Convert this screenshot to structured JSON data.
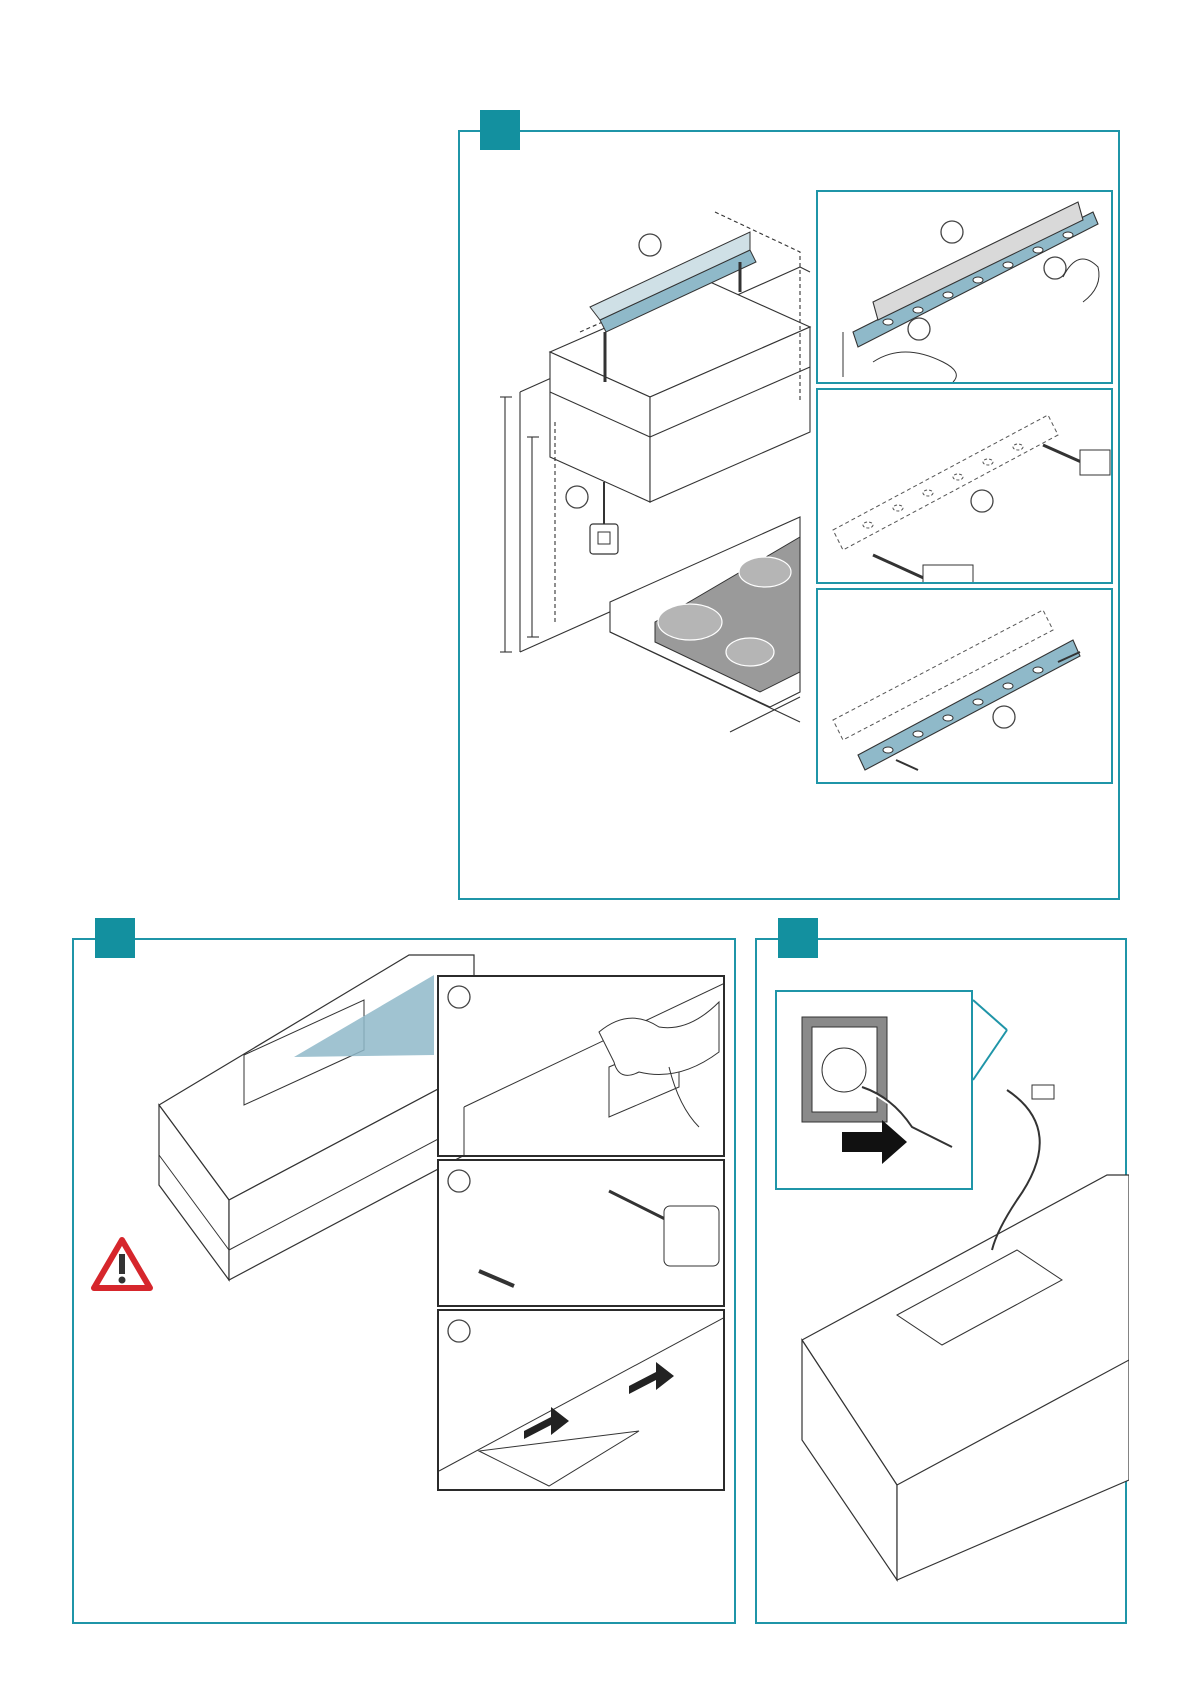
{
  "colors": {
    "frame": "#1f95a8",
    "tab": "#13909f",
    "bracket": "#8fb9c9",
    "line": "#333333",
    "warning_red": "#d6262c",
    "hob": "#9a9a9a"
  },
  "panels": [
    {
      "id": "step-panel-1",
      "icon": "step-number-tab",
      "insets": [
        "level-bracket-inset",
        "drill-holes-inset",
        "fix-bracket-inset"
      ]
    },
    {
      "id": "step-panel-2",
      "icon": "step-number-tab",
      "insets": [
        "mark-holes-inset",
        "drill-plug-inset",
        "screw-inset"
      ],
      "warning": "warning-triangle-icon"
    },
    {
      "id": "step-panel-3",
      "icon": "step-number-tab",
      "insets": [
        "plug-socket-inset"
      ]
    }
  ]
}
